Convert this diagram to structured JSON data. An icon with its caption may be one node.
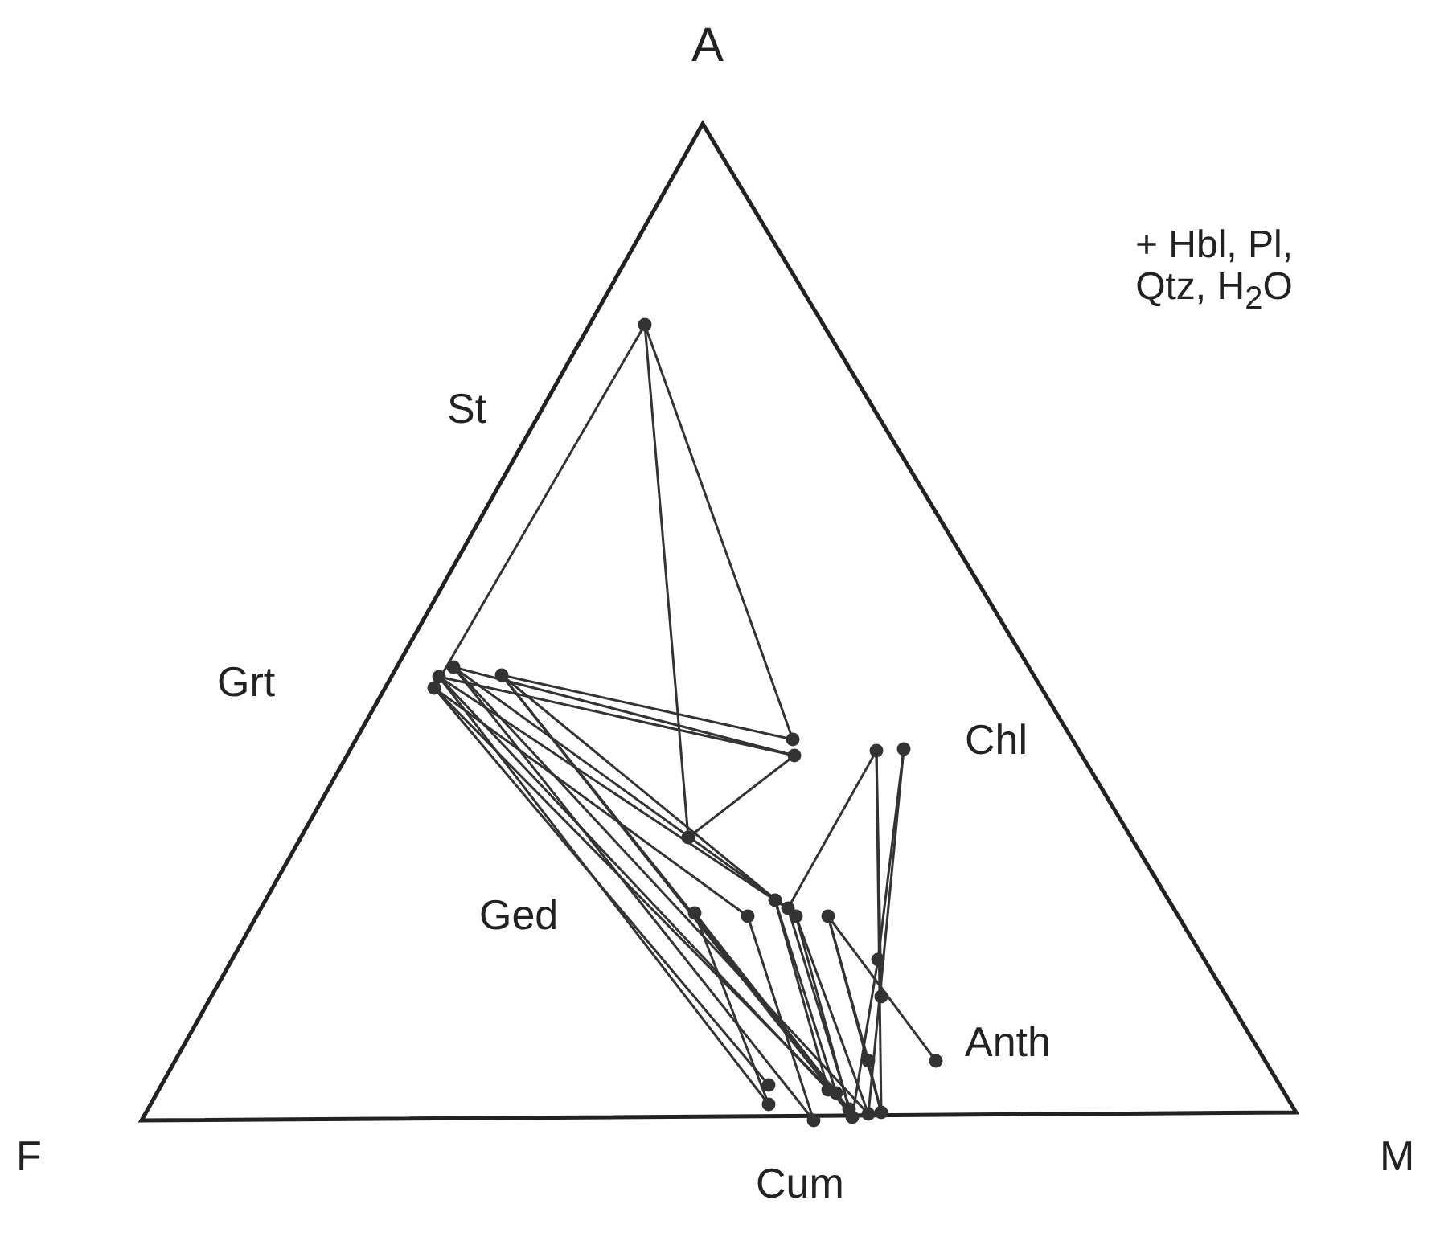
{
  "diagram": {
    "labels": [
      "A",
      "+ Hbl, Pl, Qtz, H$_{2}$O",
      "St",
      "Grt",
      "Chl",
      "Ged",
      "Anth",
      "F",
      "M",
      "Cum"
    ]
  }
}
